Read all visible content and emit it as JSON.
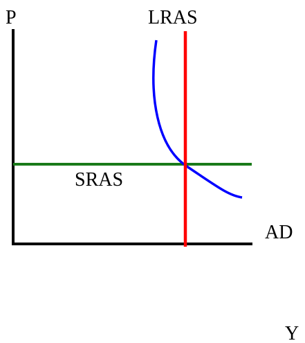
{
  "chart_data": {
    "type": "line",
    "title": "",
    "axis_labels": {
      "y": "P",
      "x": "Y"
    },
    "series": [
      {
        "name": "LRAS",
        "kind": "vertical",
        "color": "#ff0000"
      },
      {
        "name": "SRAS",
        "kind": "horizontal",
        "color": "#1a7a1a"
      },
      {
        "name": "AD",
        "kind": "downward-sloping curve",
        "color": "#0000ff"
      }
    ],
    "grid": false,
    "axis_color": "#000000"
  }
}
